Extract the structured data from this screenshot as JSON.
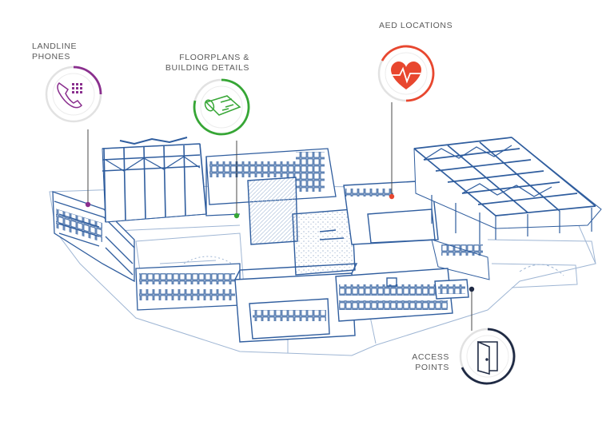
{
  "features": [
    {
      "id": "landline",
      "label": "LANDLINE\nPHONES",
      "color": "#8a2f8e",
      "icon": "phone-keypad-icon"
    },
    {
      "id": "floorplans",
      "label": "FLOORPLANS &\nBUILDING DETAILS",
      "color": "#36a635",
      "icon": "blueprint-roll-icon"
    },
    {
      "id": "aed",
      "label": "AED LOCATIONS",
      "color": "#e8472f",
      "icon": "heart-pulse-icon"
    },
    {
      "id": "access",
      "label": "ACCESS\nPOINTS",
      "color": "#1f2a44",
      "icon": "open-door-icon"
    }
  ],
  "colors": {
    "blueprint": "#2f5d9e",
    "blueprint_light": "#9fb6d4",
    "ring_track": "#e2e2e2"
  }
}
